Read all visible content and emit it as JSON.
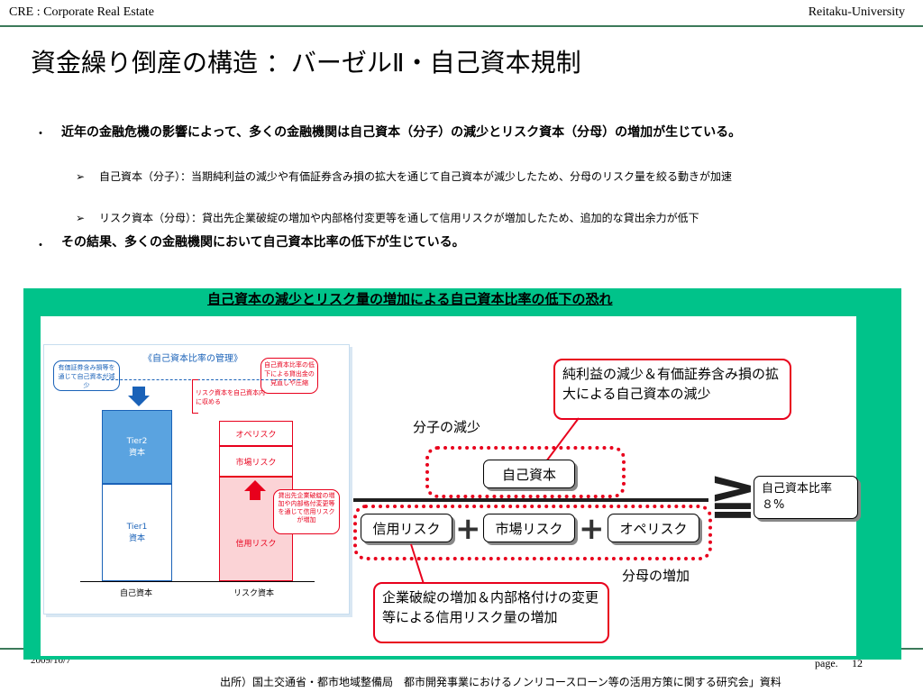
{
  "header": {
    "left": "CRE : Corporate Real Estate",
    "right": "Reitaku-University"
  },
  "title": "資金繰り倒産の構造 ：バーゼルⅡ・自己資本規制",
  "bullets": [
    {
      "text": "近年の金融危機の影響によって、多くの金融機関は自己資本（分子）の減少とリスク資本（分母）の増加が生じている。",
      "subs": [
        "自己資本（分子）：当期純利益の減少や有価証券含み損の拡大を通じて自己資本が減少したため、分母のリスク量を絞る動きが加速",
        "リスク資本（分母）：貸出先企業破綻の増加や内部格付変更等を通して信用リスクが増加したため、追加的な貸出余力が低下"
      ]
    },
    {
      "text": "その結果、多くの金融機関において自己資本比率の低下が生じている。"
    }
  ],
  "panel": {
    "heading": "自己資本の減少とリスク量の増加による自己資本比率の低下の恐れ",
    "left_chart": {
      "title": "《自己資本比率の管理》",
      "callout_securities": "有価証券含み損等を通じて自己資本が減少",
      "callout_lending": "自己資本比率の低下による貸出金の見直しや圧縮",
      "note_risk": "リスク資本を自己資本内に収める",
      "tier2": "Tier2\n資本",
      "tier1": "Tier1\n資本",
      "risk_op": "オペリスク",
      "risk_market": "市場リスク",
      "risk_credit": "信用リスク",
      "callout_credit": "貸出先企業破綻の増加や内部格付変更等を通じて信用リスクが増加",
      "xlabel_capital": "自己資本",
      "xlabel_risk": "リスク資本"
    },
    "right_diagram": {
      "callout_top": "純利益の減少＆有価証券含み損の拡大による自己資本の減少",
      "numerator_label": "分子の減少",
      "numerator_box": "自己資本",
      "geq_symbol": "≧",
      "ratio_box": "自己資本比率\n８%",
      "denominator_boxes": [
        "信用リスク",
        "市場リスク",
        "オペリスク"
      ],
      "denominator_label": "分母の増加",
      "callout_bottom": "企業破綻の増加＆内部格付けの変更等による信用リスク量の増加"
    }
  },
  "footer": {
    "date": "2009/10/7",
    "page_label": "page.",
    "page_number": "12",
    "source": "出所）国土交通省・都市地域整備局　都市開発事業におけるノンリコースローン等の活用方策に関する研究会」資料"
  },
  "colors": {
    "panel_bg": "#00c38a",
    "accent_red": "#e8001c",
    "tier_blue": "#5aa3e0",
    "rule_green": "#3c7a5a"
  }
}
